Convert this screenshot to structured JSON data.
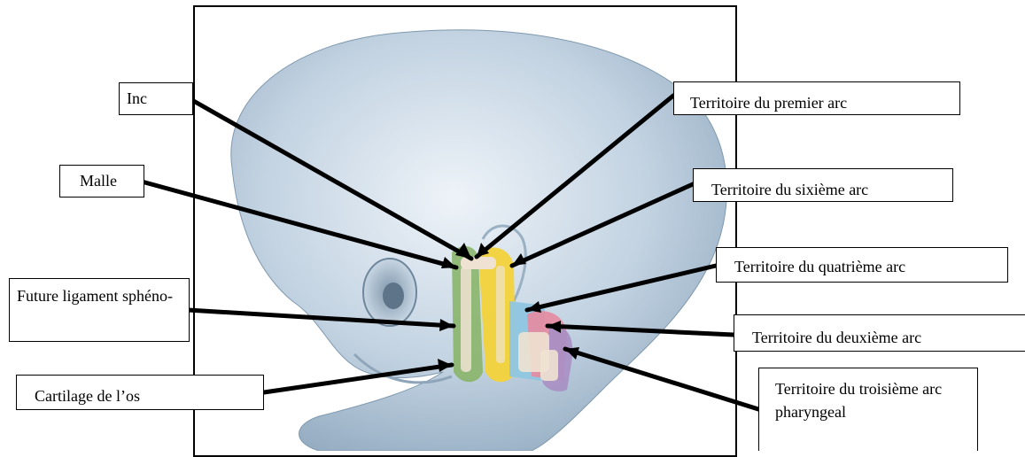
{
  "labels": {
    "inc": "Inc",
    "malle": "Malle",
    "future_ligament": "Future ligament sphéno-",
    "cartilage": "Cartilage de l’os",
    "premier_arc": "Territoire du premier arc",
    "sixieme_arc": "Territoire du sixième arc",
    "quatrieme_arc": "Territoire du quatrième arc",
    "deuxieme_arc": "Territoire du deuxième arc",
    "troisieme_arc": "Territoire du troisième arc pharyngeal"
  },
  "colors": {
    "premier_arc": "#f2d23a",
    "second_arc": "#8ab56a",
    "sixieme_arc": "#8fc6e0",
    "quatrieme_arc": "#e58aa0",
    "troisieme_arc": "#a88fc4",
    "skin": "#c9d8e6",
    "cartilage": "#f0e2d2"
  }
}
